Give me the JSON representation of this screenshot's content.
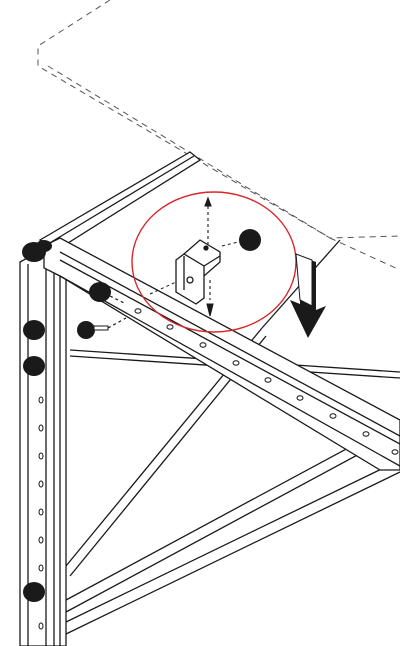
{
  "diagram": {
    "kind": "assembly-instruction",
    "colors": {
      "ink": "#1a1a1a",
      "highlight_circle": "#d9262b",
      "background": "#ffffff",
      "dashed_panel": "#555555"
    },
    "parts": [
      {
        "name": "tabletop-panel",
        "style": "dashed-outline"
      },
      {
        "name": "angle-bracket",
        "callout": "red-circle"
      },
      {
        "name": "screw"
      },
      {
        "name": "round-knob-cap"
      },
      {
        "name": "frame-rail-front"
      },
      {
        "name": "frame-post-left"
      },
      {
        "name": "diagonal-brace"
      }
    ],
    "arrow": {
      "direction": "down",
      "icon": "down-arrow-icon"
    }
  }
}
